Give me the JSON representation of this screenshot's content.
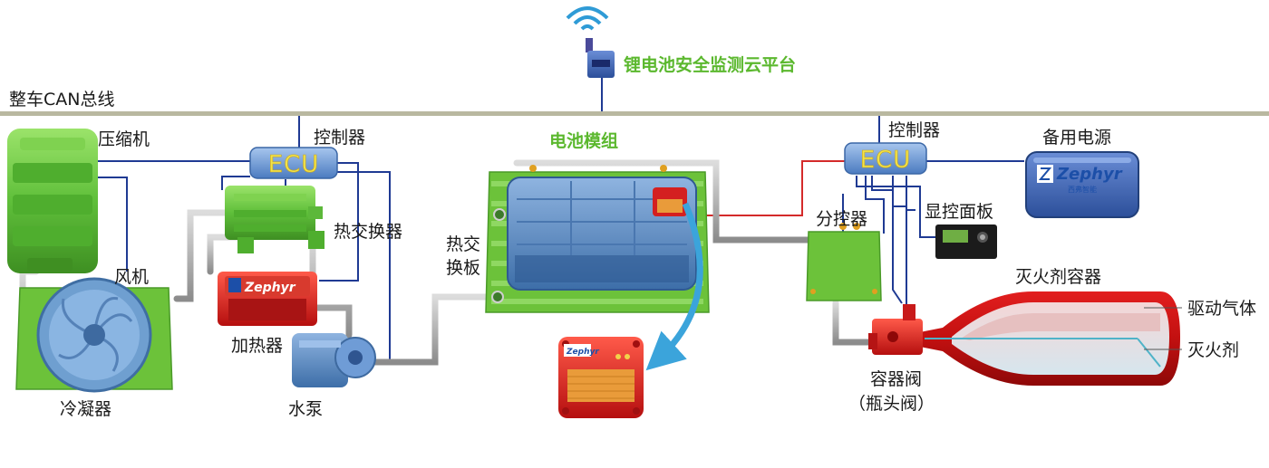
{
  "labels": {
    "can_bus": "整车CAN总线",
    "cloud_platform": "锂电池安全监测云平台",
    "compressor": "压缩机",
    "controller_left": "控制器",
    "ecu_left": "ECU",
    "heat_exchanger_line1": "热交换器",
    "fan": "风机",
    "heater": "加热器",
    "condenser": "冷凝器",
    "water_pump": "水泵",
    "battery_module": "电池模组",
    "heat_plate_line1": "热交",
    "heat_plate_line2": "换板",
    "controller_right": "控制器",
    "ecu_right": "ECU",
    "backup_power": "备用电源",
    "sub_controller": "分控器",
    "display_panel": "显控面板",
    "extinguisher_container": "灭火剂容器",
    "drive_gas": "驱动气体",
    "extinguishing_agent": "灭火剂",
    "container_valve_line1": "容器阀",
    "container_valve_line2": "（瓶头阀）"
  },
  "brand": {
    "name": "Zephyr",
    "sub": "西弗智能"
  },
  "colors": {
    "green_label": "#5bb82e",
    "signal_line": "#1f3a93",
    "power_line": "#d42a2a",
    "pipe": "#b8b8b8",
    "can_bus": "#b9b8a0",
    "arrow": "#3ba4db"
  }
}
